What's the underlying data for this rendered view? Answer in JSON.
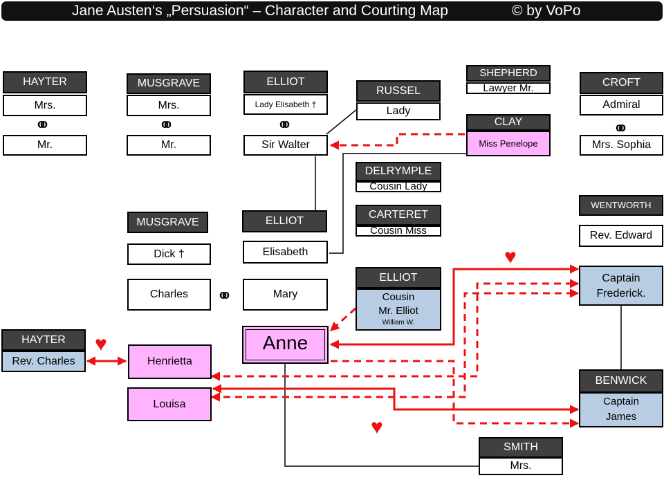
{
  "title": "Jane Austen‘s „Persuasion“ – Character and Courting Map",
  "credit": "©    by VoPo",
  "ring_symbol": "oo",
  "heart_symbol": "♥",
  "colors": {
    "header": "#404040",
    "courted_pink": "#ffb3ff",
    "suitor_blue": "#b8cce4",
    "arrow_red": "#ee1111",
    "line": "#000000"
  },
  "families": {
    "hayter_top": {
      "header": "HAYTER",
      "wife": "Mrs.",
      "husband": "Mr."
    },
    "musgrave_top": {
      "header": "MUSGRAVE",
      "wife": "Mrs.",
      "husband": "Mr."
    },
    "elliot_top": {
      "header": "ELLIOT",
      "wife": "Lady Elisabeth †",
      "husband": "Sir Walter"
    },
    "russel": {
      "header": "RUSSEL",
      "name": "Lady"
    },
    "shepherd": {
      "header": "SHEPHERD",
      "name": "Lawyer Mr."
    },
    "clay": {
      "header": "CLAY",
      "name": "Miss Penelope"
    },
    "croft": {
      "header": "CROFT",
      "husband": "Admiral",
      "wife": "Mrs. Sophia"
    },
    "delrymple": {
      "header": "DELRYMPLE",
      "name": "Cousin Lady"
    },
    "carteret": {
      "header": "CARTERET",
      "name": "Cousin Miss"
    },
    "wentworth": {
      "header": "WENTWORTH",
      "brother": "Rev. Edward",
      "captain": "Captain Frederick."
    },
    "musgrave_young": {
      "header": "MUSGRAVE",
      "dick": "Dick †",
      "charles": "Charles",
      "henrietta": "Henrietta",
      "louisa": "Louisa"
    },
    "elliot_daughters": {
      "header": "ELLIOT",
      "elisabeth": "Elisabeth",
      "mary": "Mary",
      "anne": "Anne"
    },
    "elliot_cousin": {
      "header": "ELLIOT",
      "line1": "Cousin",
      "line2": "Mr. Elliot",
      "line3": "William W."
    },
    "hayter_rev": {
      "header": "HAYTER",
      "name": "Rev. Charles"
    },
    "benwick": {
      "header": "BENWICK",
      "line1": "Captain",
      "line2": "James"
    },
    "smith": {
      "header": "SMITH",
      "name": "Mrs."
    }
  }
}
